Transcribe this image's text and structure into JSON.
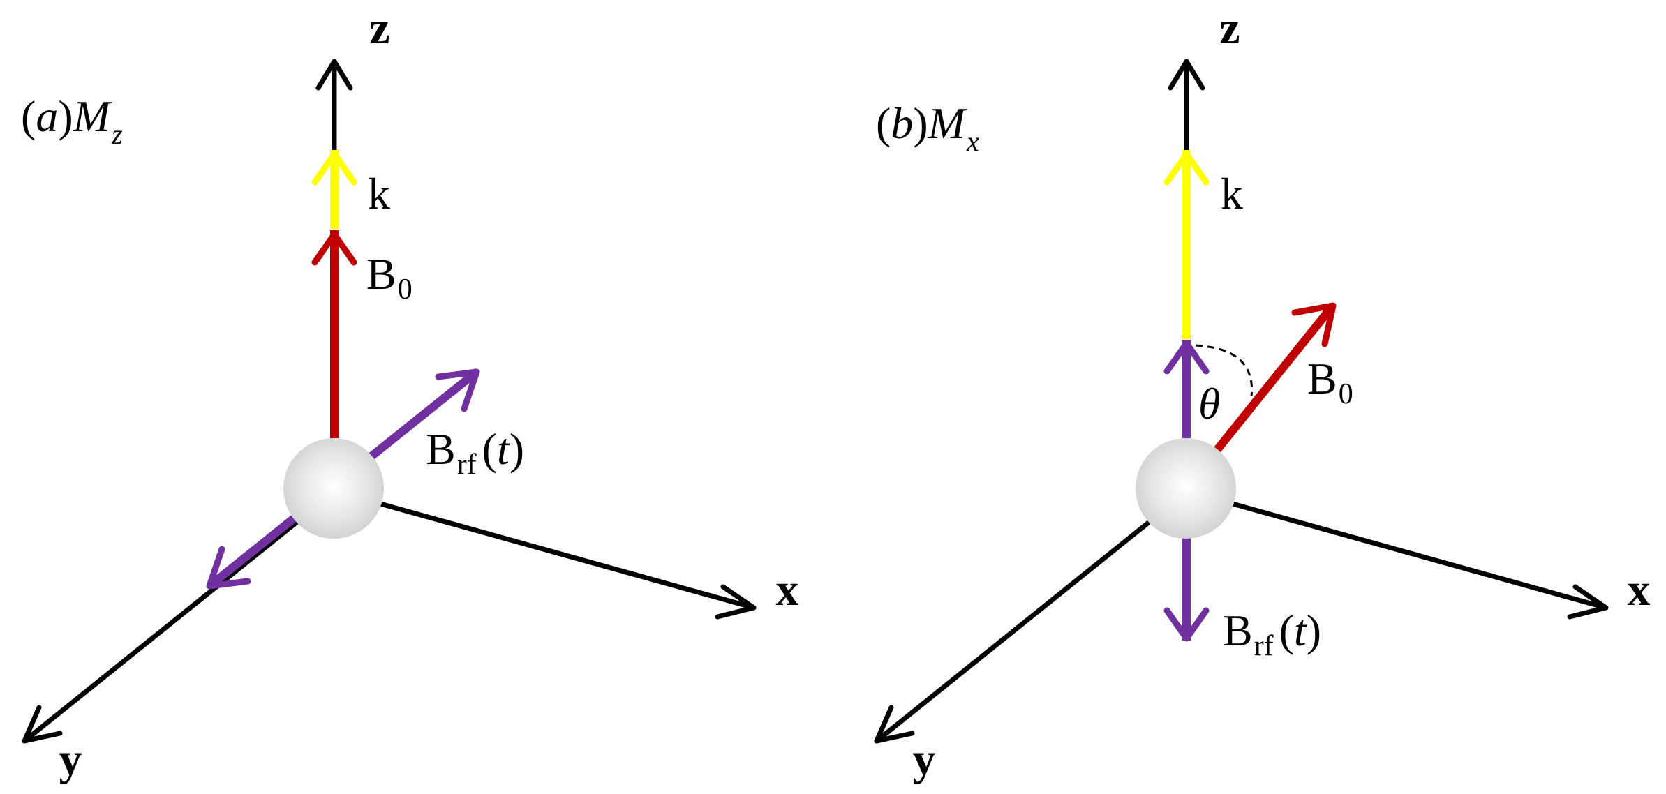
{
  "colors": {
    "axis": "#000000",
    "k_vector": "#ffff00",
    "B0_vector": "#c00000",
    "Brf_vector": "#7030a0",
    "sphere": "#d9d9d9"
  },
  "panels": [
    {
      "label_prefix": "(",
      "label_letter": "a",
      "label_suffix": ")",
      "label_symbol": "M",
      "label_symbol_sub": "z",
      "axes": {
        "z": "z",
        "x": "x",
        "y": "y"
      },
      "vectors": {
        "k": "k",
        "B0_main": "B",
        "B0_sub": "0",
        "Brf_main": "B",
        "Brf_sub": "rf",
        "Brf_open": "(",
        "Brf_t": "t",
        "Brf_close": ")"
      }
    },
    {
      "label_prefix": "(",
      "label_letter": "b",
      "label_suffix": ")",
      "label_symbol": "M",
      "label_symbol_sub": "x",
      "axes": {
        "z": "z",
        "x": "x",
        "y": "y"
      },
      "vectors": {
        "k": "k",
        "B0_main": "B",
        "B0_sub": "0",
        "Brf_main": "B",
        "Brf_sub": "rf",
        "Brf_open": "(",
        "Brf_t": "t",
        "Brf_close": ")"
      },
      "angle_symbol": "θ"
    }
  ]
}
